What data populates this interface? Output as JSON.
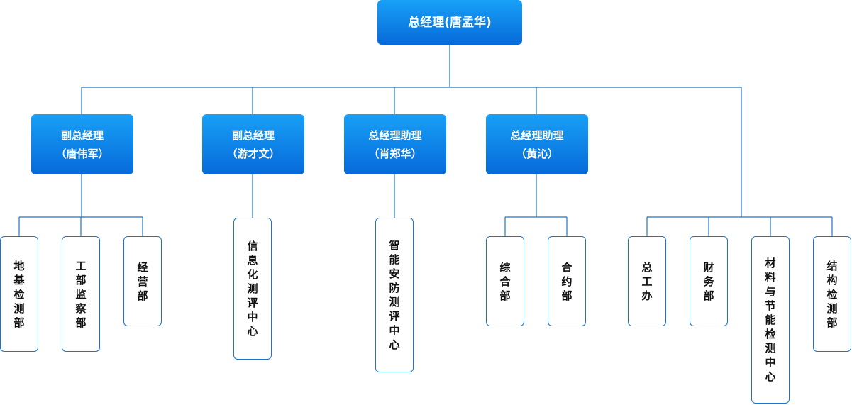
{
  "ceo": {
    "label": "总经理(唐孟华)"
  },
  "executives": [
    {
      "title": "副总经理",
      "name": "（唐伟军）"
    },
    {
      "title": "副总经理",
      "name": "（游才文）"
    },
    {
      "title": "总经理助理",
      "name": "（肖郑华）"
    },
    {
      "title": "总经理助理",
      "name": "（黄沁）"
    }
  ],
  "departments": [
    {
      "label": "地基检测部"
    },
    {
      "label": "工部监察部"
    },
    {
      "label": "经营部"
    },
    {
      "label": "信息化测评中心"
    },
    {
      "label": "智能安防测评中心"
    },
    {
      "label": "综合部"
    },
    {
      "label": "合约部"
    },
    {
      "label": "总工办"
    },
    {
      "label": "财务部"
    },
    {
      "label": "材料与节能检测中心"
    },
    {
      "label": "结构检测部"
    }
  ],
  "colors": {
    "box_top": "#18a0f7",
    "box_bottom": "#066ad9",
    "line": "#1a74c8"
  }
}
